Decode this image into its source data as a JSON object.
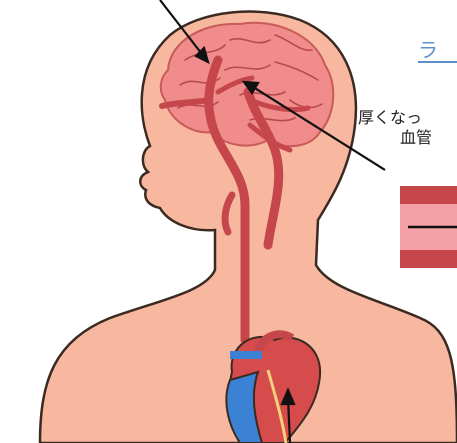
{
  "labels": {
    "title_fragment": "ラ",
    "note_line1": "厚くなっ",
    "note_line2": "血管"
  },
  "colors": {
    "skin": "#f7b89f",
    "outline": "#3b2a22",
    "brain": "#f08c8c",
    "artery": "#c5474c",
    "vein_blue": "#3b82d4",
    "heart_red": "#d64b4b",
    "title_blue": "#5b8fc9"
  },
  "icons": [
    "brain-icon",
    "heart-icon",
    "artery-cross-section-icon"
  ]
}
